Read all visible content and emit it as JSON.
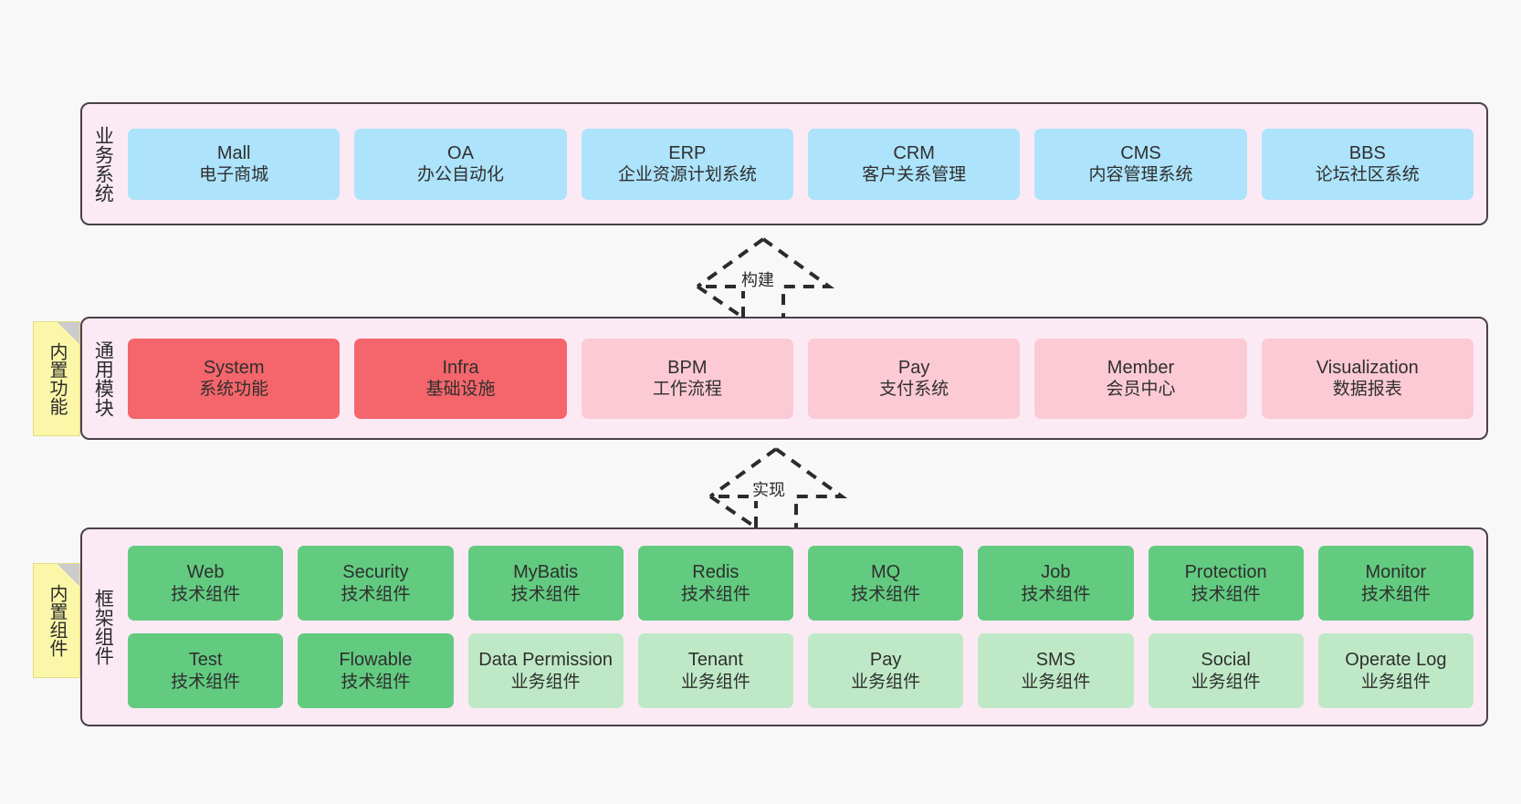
{
  "diagram": {
    "background_color": "#f8f8f8",
    "layer_fill": "#fbeaf4",
    "layer_border": "#4a4048"
  },
  "layers": [
    {
      "id": "business-systems",
      "title": "业务系统",
      "rows": [
        {
          "cards": [
            {
              "en": "Mall",
              "cn": "电子商城",
              "style": "blue",
              "color": "#ade3fb"
            },
            {
              "en": "OA",
              "cn": "办公自动化",
              "style": "blue",
              "color": "#ade3fb"
            },
            {
              "en": "ERP",
              "cn": "企业资源计划系统",
              "style": "blue",
              "color": "#ade3fb"
            },
            {
              "en": "CRM",
              "cn": "客户关系管理",
              "style": "blue",
              "color": "#ade3fb"
            },
            {
              "en": "CMS",
              "cn": "内容管理系统",
              "style": "blue",
              "color": "#ade3fb"
            },
            {
              "en": "BBS",
              "cn": "论坛社区系统",
              "style": "blue",
              "color": "#ade3fb"
            }
          ]
        }
      ]
    },
    {
      "id": "common-modules",
      "title": "通用模块",
      "note": "内置功能",
      "rows": [
        {
          "cards": [
            {
              "en": "System",
              "cn": "系统功能",
              "style": "red",
              "color": "#f4666b"
            },
            {
              "en": "Infra",
              "cn": "基础设施",
              "style": "red",
              "color": "#f4666b"
            },
            {
              "en": "BPM",
              "cn": "工作流程",
              "style": "pink",
              "color": "#fccad4"
            },
            {
              "en": "Pay",
              "cn": "支付系统",
              "style": "pink",
              "color": "#fccad4"
            },
            {
              "en": "Member",
              "cn": "会员中心",
              "style": "pink",
              "color": "#fccad4"
            },
            {
              "en": "Visualization",
              "cn": "数据报表",
              "style": "pink",
              "color": "#fccad4"
            }
          ]
        }
      ]
    },
    {
      "id": "framework-components",
      "title": "框架组件",
      "note": "内置组件",
      "rows": [
        {
          "cards": [
            {
              "en": "Web",
              "cn": "技术组件",
              "style": "green",
              "color": "#62cb80"
            },
            {
              "en": "Security",
              "cn": "技术组件",
              "style": "green",
              "color": "#62cb80"
            },
            {
              "en": "MyBatis",
              "cn": "技术组件",
              "style": "green",
              "color": "#62cb80"
            },
            {
              "en": "Redis",
              "cn": "技术组件",
              "style": "green",
              "color": "#62cb80"
            },
            {
              "en": "MQ",
              "cn": "技术组件",
              "style": "green",
              "color": "#62cb80"
            },
            {
              "en": "Job",
              "cn": "技术组件",
              "style": "green",
              "color": "#62cb80"
            },
            {
              "en": "Protection",
              "cn": "技术组件",
              "style": "green",
              "color": "#62cb80"
            },
            {
              "en": "Monitor",
              "cn": "技术组件",
              "style": "green",
              "color": "#62cb80"
            }
          ]
        },
        {
          "cards": [
            {
              "en": "Test",
              "cn": "技术组件",
              "style": "green",
              "color": "#62cb80"
            },
            {
              "en": "Flowable",
              "cn": "技术组件",
              "style": "green",
              "color": "#62cb80"
            },
            {
              "en": "Data Permission",
              "cn": "业务组件",
              "style": "lightgreen",
              "color": "#bfe9c6"
            },
            {
              "en": "Tenant",
              "cn": "业务组件",
              "style": "lightgreen",
              "color": "#bfe9c6"
            },
            {
              "en": "Pay",
              "cn": "业务组件",
              "style": "lightgreen",
              "color": "#bfe9c6"
            },
            {
              "en": "SMS",
              "cn": "业务组件",
              "style": "lightgreen",
              "color": "#bfe9c6"
            },
            {
              "en": "Social",
              "cn": "业务组件",
              "style": "lightgreen",
              "color": "#bfe9c6"
            },
            {
              "en": "Operate Log",
              "cn": "业务组件",
              "style": "lightgreen",
              "color": "#bfe9c6"
            }
          ]
        }
      ]
    }
  ],
  "connectors": [
    {
      "id": "build",
      "label": "构建",
      "from": "common-modules",
      "to": "business-systems"
    },
    {
      "id": "implement",
      "label": "实现",
      "from": "framework-components",
      "to": "common-modules"
    }
  ]
}
